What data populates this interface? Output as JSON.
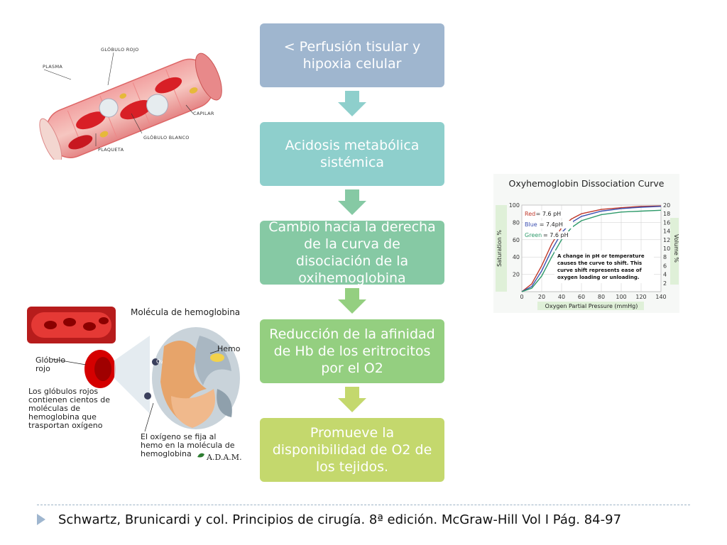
{
  "flow": {
    "steps": [
      {
        "text": "< Perfusión tisular y hipoxia celular",
        "color": "#9fb6cf"
      },
      {
        "text": "Acidosis metabólica sistémica",
        "color": "#8ecfcc"
      },
      {
        "text": "Cambio hacia la derecha de la curva de disociación de la oxihemoglobina",
        "color": "#86c9a4"
      },
      {
        "text": "Reducción de la afinidad de Hb de los eritrocitos por el O2",
        "color": "#94cf80"
      },
      {
        "text": "Promueve la disponibilidad de O2 de los tejidos.",
        "color": "#c4d86d"
      }
    ],
    "arrow_colors": [
      "#9fb6cf",
      "#8ecfcc",
      "#86c9a4",
      "#94cf80",
      "#c4d86d"
    ]
  },
  "capillary": {
    "labels": {
      "globulo_rojo": "GLÓBULO ROJO",
      "plasma": "PLASMA",
      "capilar": "CAPILAR",
      "globulo_blanco": "GLÓBULO BLANCO",
      "plaqueta": "PLAQUETA"
    }
  },
  "hemoglobin": {
    "title": "Molécula de hemoglobina",
    "hemo": "Hemo",
    "globulo": "Glóbulo rojo",
    "description": "Los glóbulos rojos contienen cientos de moléculas de hemoglobina que trasportan oxígeno",
    "oxygen": "El oxígeno se fija al hemo en la molécula de hemoglobina",
    "o2_tag": "O₂",
    "brand": "A.D.A.M."
  },
  "chart_data": {
    "type": "line",
    "title": "Oxyhemoglobin Dissociation Curve",
    "xlabel": "Oxygen Partial Pressure (mmHg)",
    "ylabel_left": "Saturation %",
    "ylabel_right": "Volume %",
    "xlim": [
      0,
      140
    ],
    "ylim": [
      0,
      100
    ],
    "ylim_right": [
      0,
      20
    ],
    "x_ticks": [
      0,
      20,
      40,
      60,
      80,
      100,
      120,
      140
    ],
    "y_ticks": [
      20,
      40,
      60,
      80,
      100
    ],
    "y_ticks_right": [
      2,
      4,
      6,
      8,
      10,
      12,
      14,
      16,
      18,
      20
    ],
    "grid": true,
    "annotation": "A change in pH or temperature causes the curve to shift. This curve shift represents ease of oxygen loading or unloading.",
    "legend": [
      {
        "color_word": "Red",
        "label": "= 7.6 pH",
        "color": "#c0392b"
      },
      {
        "color_word": "Blue",
        "label": "= 7.4pH",
        "color": "#3b4fb0"
      },
      {
        "color_word": "Green",
        "label": "= 7.6 pH",
        "color": "#2e9a6a"
      }
    ],
    "series": [
      {
        "color": "#c0392b",
        "x": [
          0,
          10,
          20,
          30,
          40,
          50,
          60,
          80,
          100,
          120,
          140
        ],
        "y": [
          0,
          9,
          30,
          55,
          74,
          84,
          90,
          95,
          97,
          98.5,
          99
        ]
      },
      {
        "color": "#3b4fb0",
        "x": [
          0,
          10,
          20,
          30,
          40,
          50,
          60,
          80,
          100,
          120,
          140
        ],
        "y": [
          0,
          6,
          24,
          48,
          68,
          80,
          87,
          93,
          96,
          97.5,
          98.5
        ]
      },
      {
        "color": "#2e9a6a",
        "x": [
          0,
          10,
          20,
          30,
          40,
          50,
          60,
          80,
          100,
          120,
          140
        ],
        "y": [
          0,
          4,
          18,
          40,
          60,
          74,
          82,
          89,
          92,
          93,
          94
        ]
      }
    ]
  },
  "footer": {
    "citation": "Schwartz, Brunicardi  y col.  Principios de cirugía.  8ª edición.  McGraw-Hill Vol I Pág. 84-97"
  }
}
